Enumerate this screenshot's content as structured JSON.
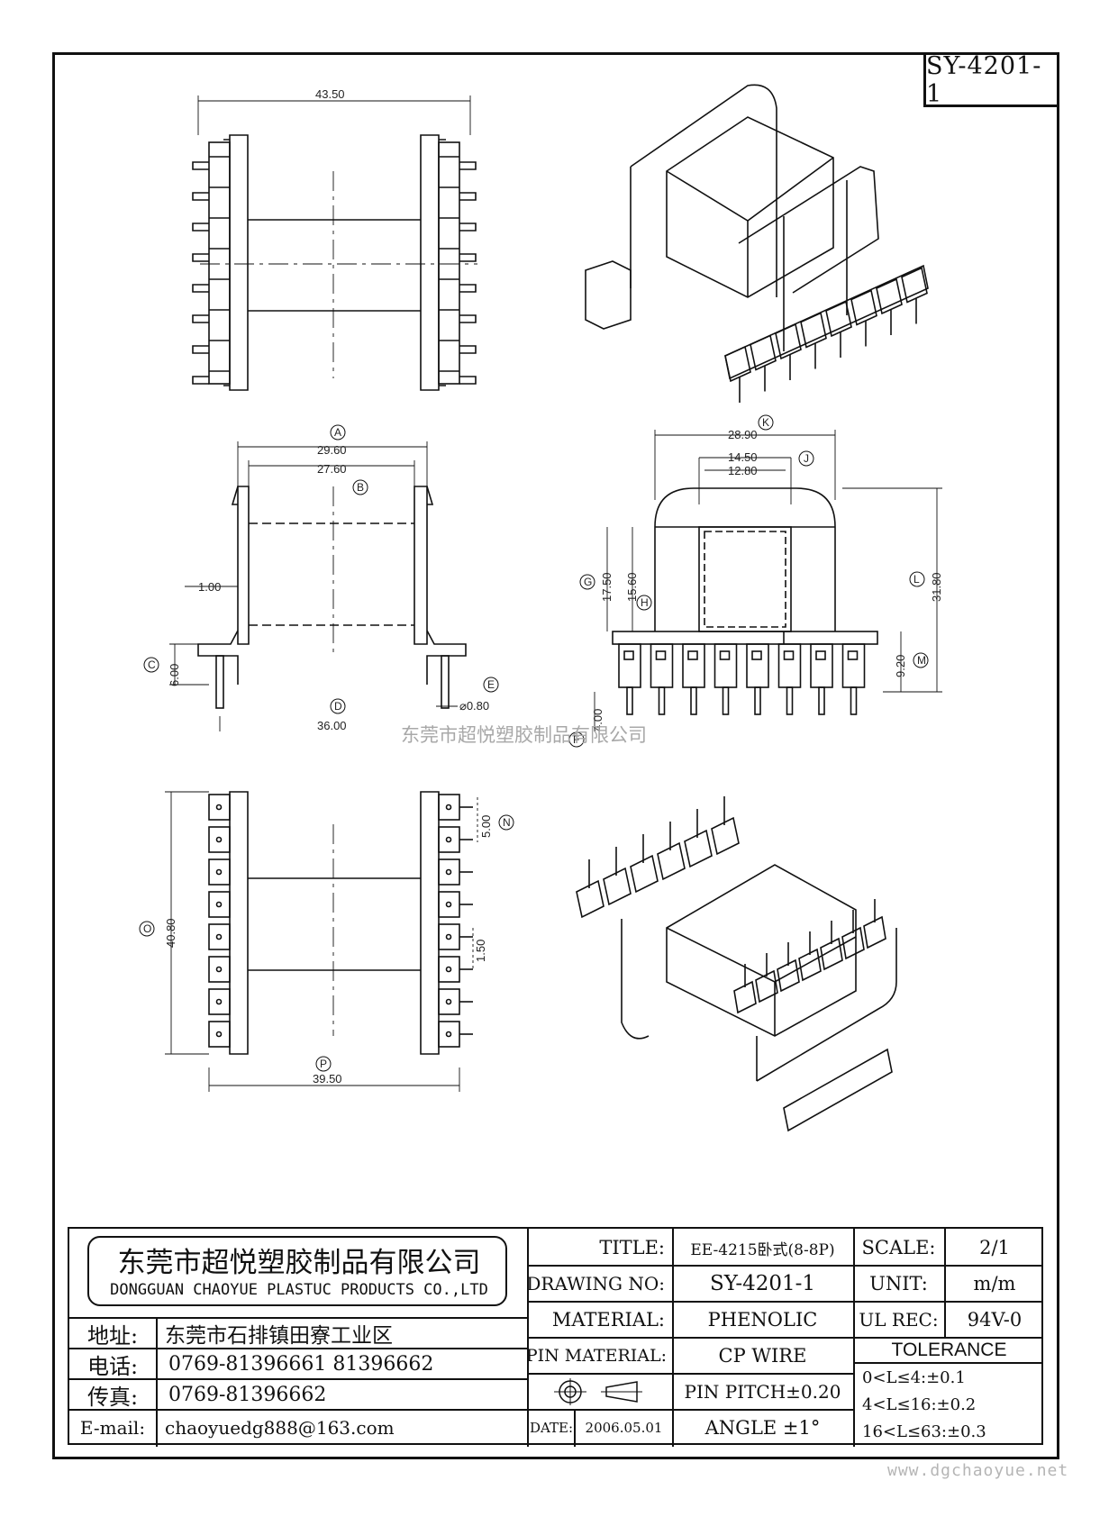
{
  "drawing_number_corner": "SY-4201-1",
  "watermark": "东莞市超悦塑胶制品有限公司",
  "site": "www.dgchaoyue.net",
  "views": {
    "top_width": "43.50",
    "A_label": "A",
    "A_value": "29.60",
    "B_label": "B",
    "B_value": "27.60",
    "wall": "1.00",
    "C_label": "C",
    "C_value": "6.00",
    "D_label": "D",
    "D_value": "36.00",
    "E_label": "E",
    "E_value": "⌀0.80",
    "F_label": "F",
    "F_value": "4.00",
    "K_label": "K",
    "front_width": "28.90",
    "J_label": "J",
    "J_value": "14.50",
    "I_value": "12.80",
    "G_label": "G",
    "G_value": "17.50",
    "H_label": "H",
    "H_value": "15.60",
    "L_label": "L",
    "L_value": "31.80",
    "M_label": "M",
    "M_value": "9.20",
    "N_label": "N",
    "N_value": "5.00",
    "O_label": "O",
    "O_value": "40.80",
    "pin_gap": "1.50",
    "P_label": "P",
    "P_value": "39.50"
  },
  "title_block": {
    "company_cn": "东莞市超悦塑胶制品有限公司",
    "company_en": "DONGGUAN CHAOYUE PLASTUC PRODUCTS CO.,LTD",
    "address_label": "地址:",
    "address": "东莞市石排镇田寮工业区",
    "phone_label": "电话:",
    "phone": "0769-81396661   81396662",
    "fax_label": "传真:",
    "fax": "0769-81396662",
    "email_label": "E-mail:",
    "email": "chaoyuedg888@163.com",
    "title_label": "TITLE:",
    "title": "EE-4215卧式(8-8P)",
    "drawing_no_label": "DRAWING NO:",
    "drawing_no": "SY-4201-1",
    "material_label": "MATERIAL:",
    "material": "PHENOLIC",
    "pin_material_label": "PIN MATERIAL:",
    "pin_material": "CP WIRE",
    "date_label": "DATE:",
    "date": "2006.05.01",
    "scale_label": "SCALE:",
    "scale": "2/1",
    "unit_label": "UNIT:",
    "unit": "m/m",
    "ul_label": "UL REC:",
    "ul": "94V-0",
    "tolerance_label": "TOLERANCE",
    "pin_pitch": "PIN PITCH±0.20",
    "angle": "ANGLE  ±1°",
    "tol_1": "0<L≤4:±0.1",
    "tol_2": "4<L≤16:±0.2",
    "tol_3": "16<L≤63:±0.3"
  }
}
